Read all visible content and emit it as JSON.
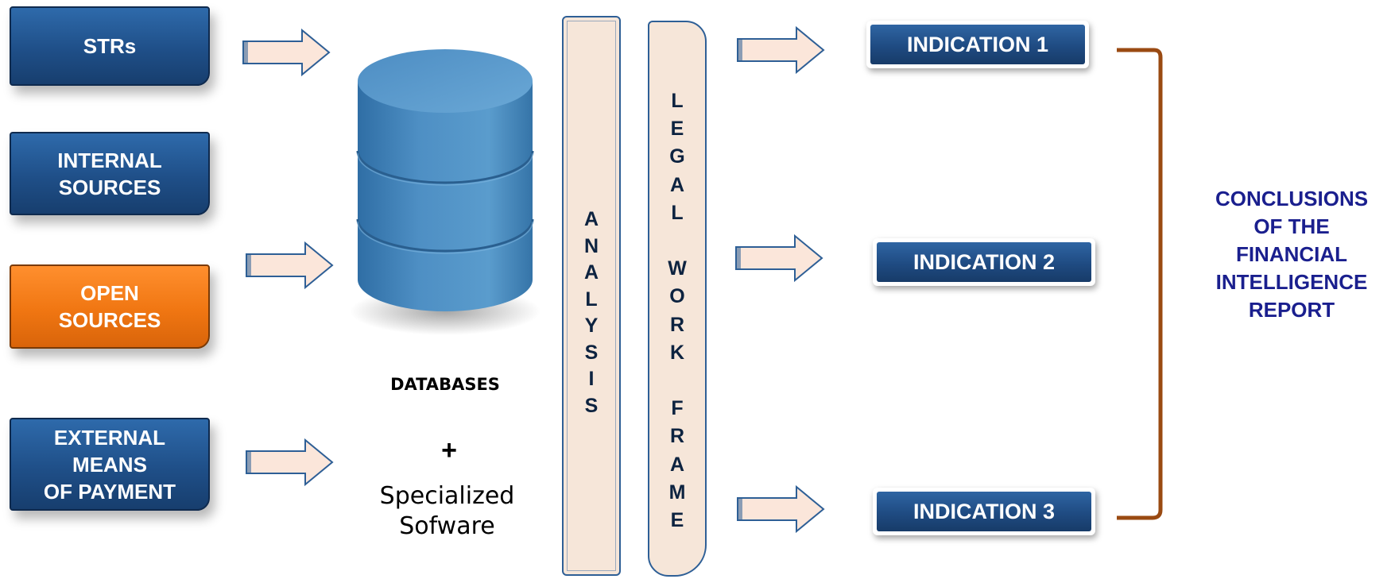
{
  "sources": [
    {
      "label": "STRs"
    },
    {
      "label": "INTERNAL\nSOURCES"
    },
    {
      "label": "OPEN\nSOURCES"
    },
    {
      "label": "EXTERNAL\nMEANS\nOF PAYMENT"
    }
  ],
  "databases": {
    "label": "DATABASES",
    "plus": "+",
    "software": "Specialized\nSofware"
  },
  "analysis": {
    "text": "A\nN\nA\nL\nY\nS\nI\nS"
  },
  "legal_framework": {
    "text": "L\nE\nG\nA\nL\n\nW\nO\nR\nK\n\nF\nR\nA\nM\nE"
  },
  "indications": [
    {
      "label": "INDICATION 1"
    },
    {
      "label": "INDICATION 2"
    },
    {
      "label": "INDICATION 3"
    }
  ],
  "conclusion": {
    "text": "CONCLUSIONS\nOF THE\nFINANCIAL\nINTELLIGENCE\nREPORT"
  },
  "colors": {
    "box_blue": "#1f4f88",
    "box_orange": "#f07612",
    "arrow_fill": "#fbe6da",
    "arrow_stroke": "#2e5f96",
    "bracket": "#9a4a12",
    "conclusion_text": "#1a1f8e"
  }
}
